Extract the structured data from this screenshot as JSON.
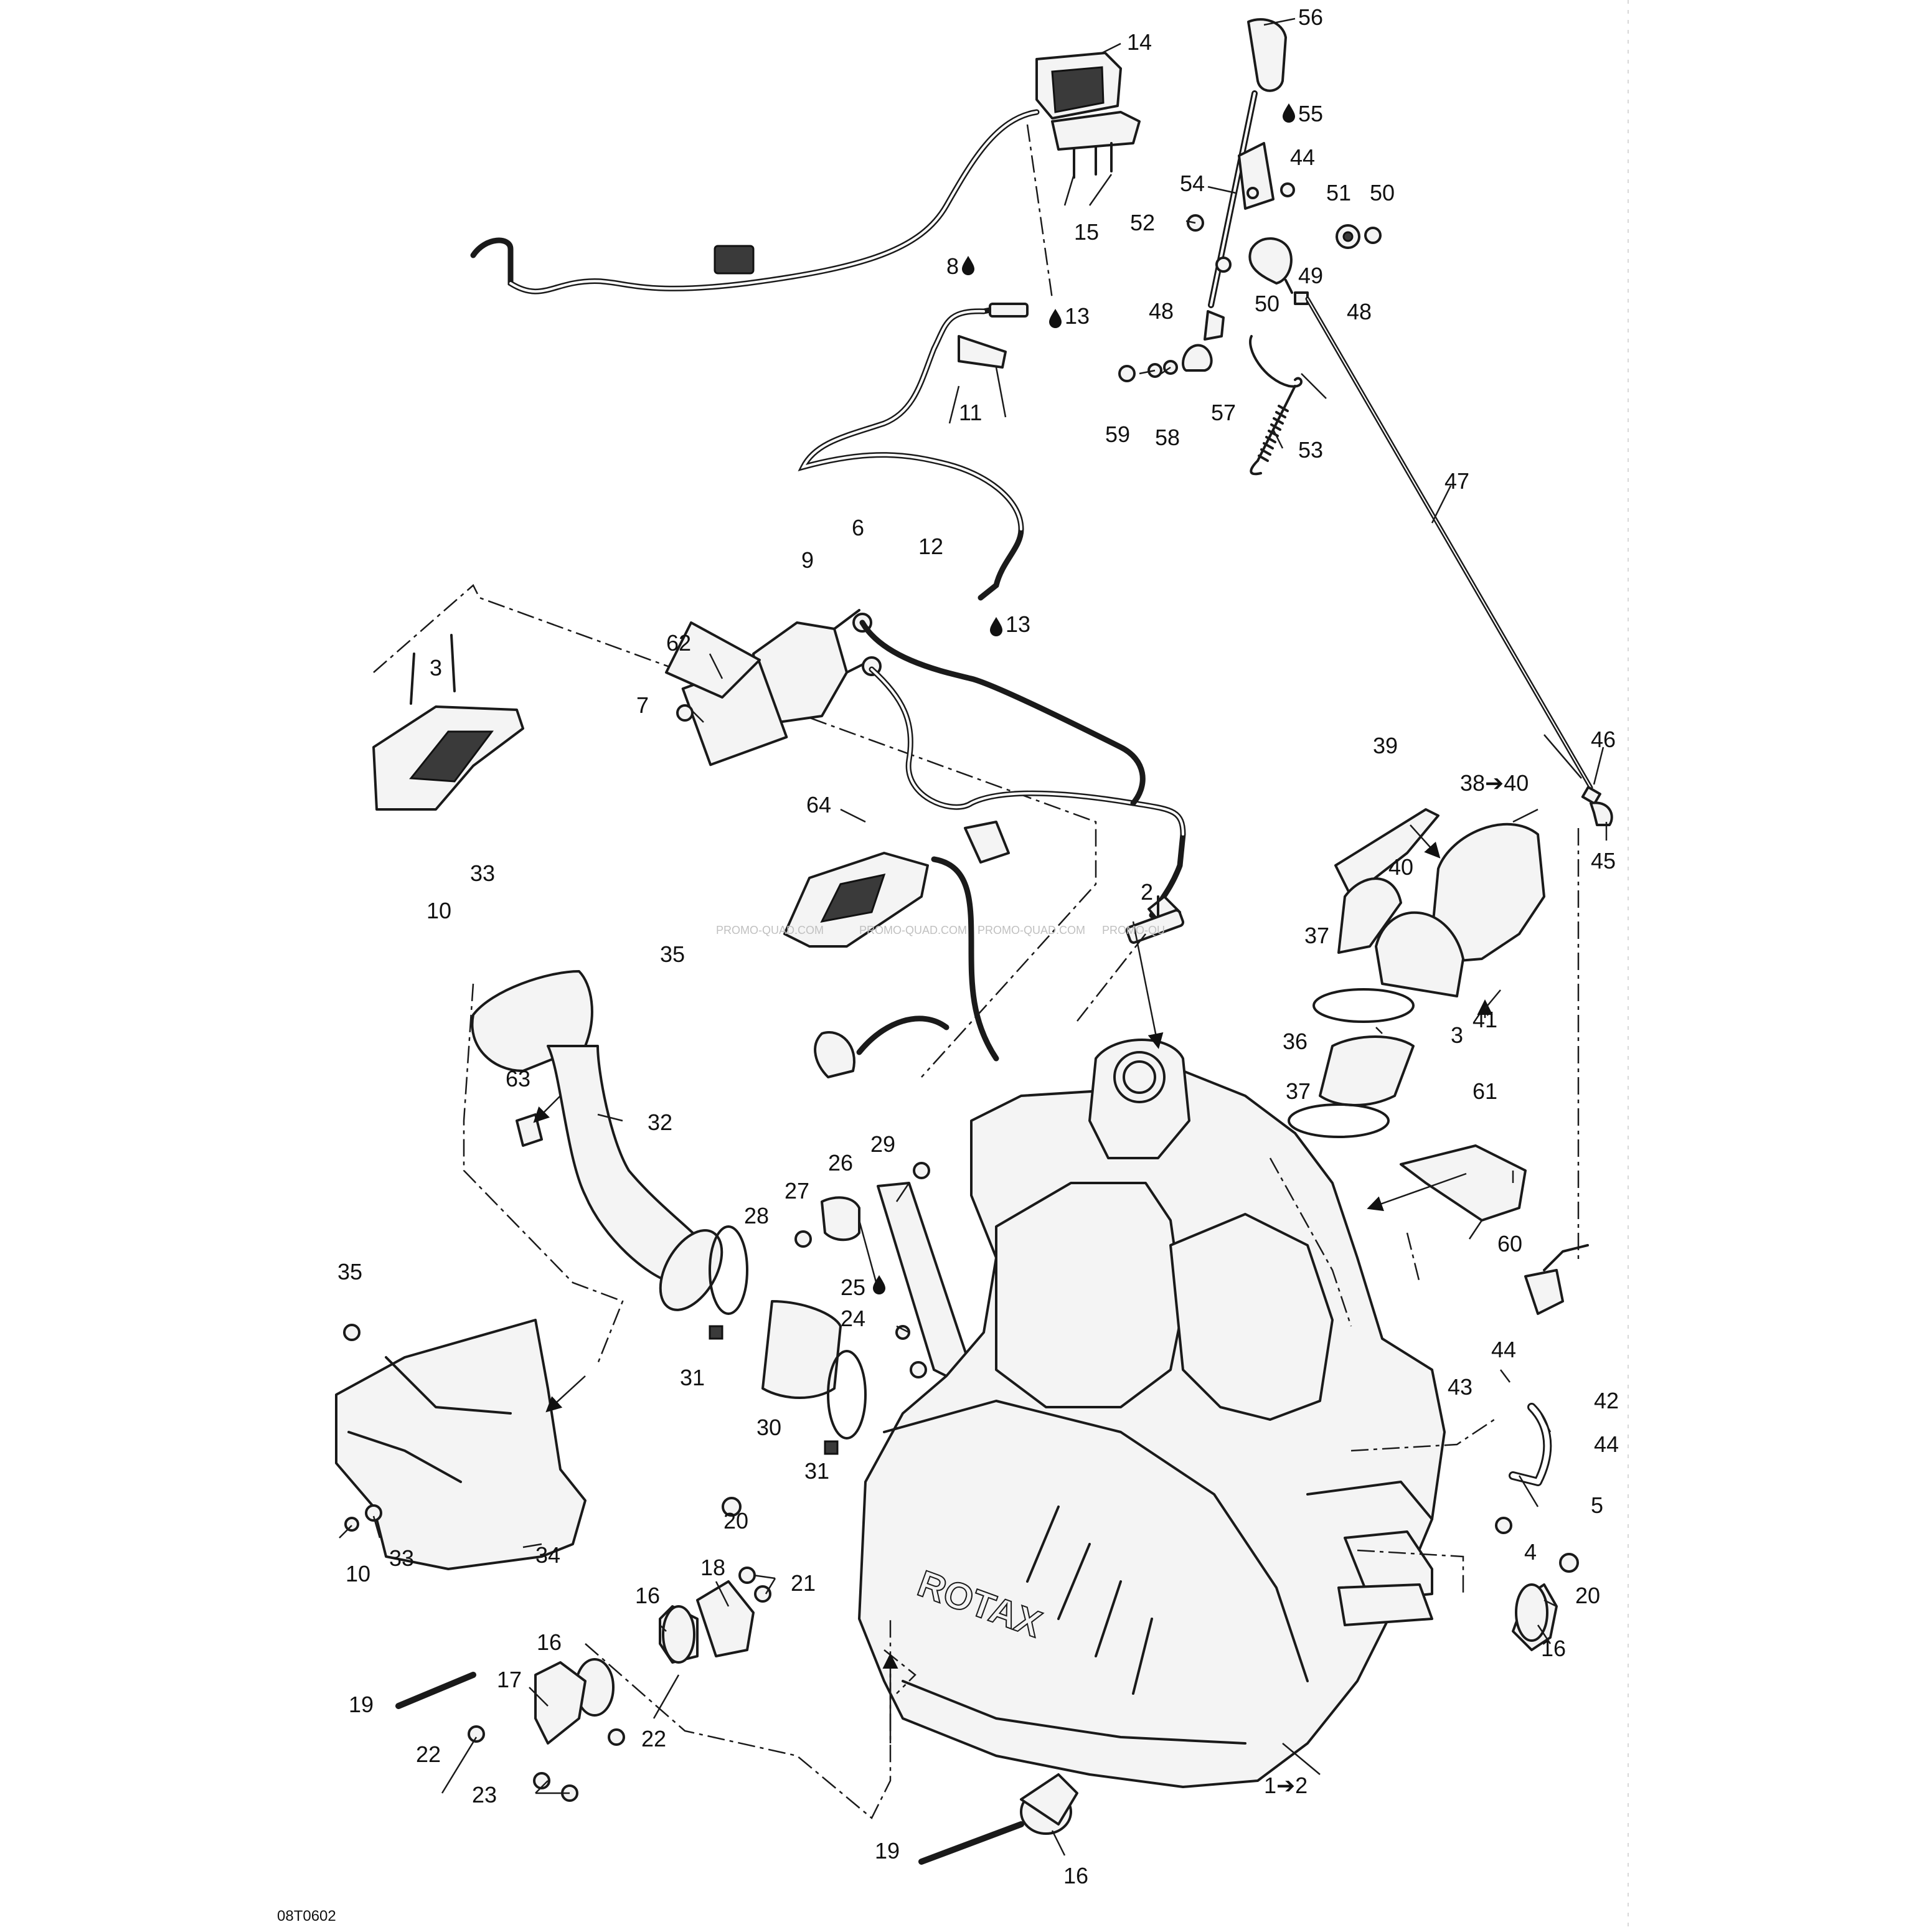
{
  "diagram": {
    "code": "08T0602",
    "watermark": [
      "PROMO-QUAD.COM",
      "PROMO-QUAD.COM",
      "PROMO-QUAD.COM",
      "PROMO-QU"
    ],
    "engine_logo": "ROTAX",
    "callouts": [
      {
        "id": "c56",
        "text": "56"
      },
      {
        "id": "c14",
        "text": "14"
      },
      {
        "id": "c55",
        "text": "55"
      },
      {
        "id": "c44a",
        "text": "44"
      },
      {
        "id": "c54",
        "text": "54"
      },
      {
        "id": "c51",
        "text": "51"
      },
      {
        "id": "c50a",
        "text": "50"
      },
      {
        "id": "c52",
        "text": "52"
      },
      {
        "id": "c15",
        "text": "15"
      },
      {
        "id": "c8",
        "text": "8"
      },
      {
        "id": "c49",
        "text": "49"
      },
      {
        "id": "c50b",
        "text": "50"
      },
      {
        "id": "c48a",
        "text": "48"
      },
      {
        "id": "c48b",
        "text": "48"
      },
      {
        "id": "c13a",
        "text": "13"
      },
      {
        "id": "c11",
        "text": "11"
      },
      {
        "id": "c59",
        "text": "59"
      },
      {
        "id": "c58",
        "text": "58"
      },
      {
        "id": "c57",
        "text": "57"
      },
      {
        "id": "c53",
        "text": "53"
      },
      {
        "id": "c47",
        "text": "47"
      },
      {
        "id": "c6",
        "text": "6"
      },
      {
        "id": "c12",
        "text": "12"
      },
      {
        "id": "c9",
        "text": "9"
      },
      {
        "id": "c13b",
        "text": "13"
      },
      {
        "id": "c3a",
        "text": "3"
      },
      {
        "id": "c62",
        "text": "62"
      },
      {
        "id": "c7",
        "text": "7"
      },
      {
        "id": "c39",
        "text": "39"
      },
      {
        "id": "c46",
        "text": "46"
      },
      {
        "id": "c3840",
        "text": "38➔40"
      },
      {
        "id": "c64",
        "text": "64"
      },
      {
        "id": "c45",
        "text": "45"
      },
      {
        "id": "c40",
        "text": "40"
      },
      {
        "id": "c33a",
        "text": "33"
      },
      {
        "id": "c10a",
        "text": "10"
      },
      {
        "id": "c2",
        "text": "2"
      },
      {
        "id": "c35a",
        "text": "35"
      },
      {
        "id": "c37a",
        "text": "37"
      },
      {
        "id": "c41",
        "text": "41"
      },
      {
        "id": "c3b",
        "text": "3"
      },
      {
        "id": "c36",
        "text": "36"
      },
      {
        "id": "c63",
        "text": "63"
      },
      {
        "id": "c37b",
        "text": "37"
      },
      {
        "id": "c61",
        "text": "61"
      },
      {
        "id": "c32",
        "text": "32"
      },
      {
        "id": "c29",
        "text": "29"
      },
      {
        "id": "c26",
        "text": "26"
      },
      {
        "id": "c27",
        "text": "27"
      },
      {
        "id": "c28",
        "text": "28"
      },
      {
        "id": "c60",
        "text": "60"
      },
      {
        "id": "c35b",
        "text": "35"
      },
      {
        "id": "c25",
        "text": "25"
      },
      {
        "id": "c24",
        "text": "24"
      },
      {
        "id": "c44b",
        "text": "44"
      },
      {
        "id": "c31a",
        "text": "31"
      },
      {
        "id": "c43",
        "text": "43"
      },
      {
        "id": "c42",
        "text": "42"
      },
      {
        "id": "c30",
        "text": "30"
      },
      {
        "id": "c44c",
        "text": "44"
      },
      {
        "id": "c31b",
        "text": "31"
      },
      {
        "id": "c5",
        "text": "5"
      },
      {
        "id": "c20a",
        "text": "20"
      },
      {
        "id": "c4",
        "text": "4"
      },
      {
        "id": "c18",
        "text": "18"
      },
      {
        "id": "c21",
        "text": "21"
      },
      {
        "id": "c10b",
        "text": "10"
      },
      {
        "id": "c33b",
        "text": "33"
      },
      {
        "id": "c34",
        "text": "34"
      },
      {
        "id": "c16a",
        "text": "16"
      },
      {
        "id": "c20b",
        "text": "20"
      },
      {
        "id": "c16b",
        "text": "16"
      },
      {
        "id": "c16c",
        "text": "16"
      },
      {
        "id": "c17",
        "text": "17"
      },
      {
        "id": "c19a",
        "text": "19"
      },
      {
        "id": "c22a",
        "text": "22"
      },
      {
        "id": "c22b",
        "text": "22"
      },
      {
        "id": "c12b",
        "text": "1➔2"
      },
      {
        "id": "c23",
        "text": "23"
      },
      {
        "id": "c19b",
        "text": "19"
      },
      {
        "id": "c16d",
        "text": "16"
      }
    ]
  }
}
